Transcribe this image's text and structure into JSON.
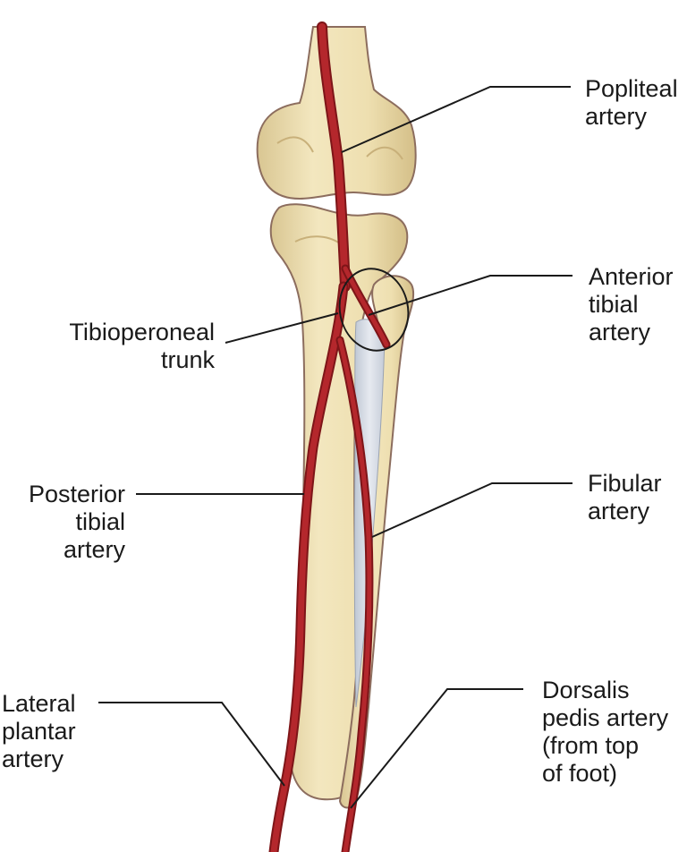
{
  "labels": {
    "popliteal": "Popliteal\nartery",
    "anterior_tibial": "Anterior\ntibial\nartery",
    "tibioperoneal": "Tibioperoneal\ntrunk",
    "posterior_tibial": "Posterior\ntibial\nartery",
    "fibular": "Fibular\nartery",
    "lateral_plantar": "Lateral\nplantar\nartery",
    "dorsalis_pedis": "Dorsalis\npedis artery\n(from top\nof foot)"
  },
  "colors": {
    "bone": "#EEDFB0",
    "bone_outline": "#8C6D5E",
    "artery": "#B4272C",
    "artery_dark": "#7E1518",
    "membrane": "#D6DCE6",
    "leader": "#1a1a1a"
  }
}
